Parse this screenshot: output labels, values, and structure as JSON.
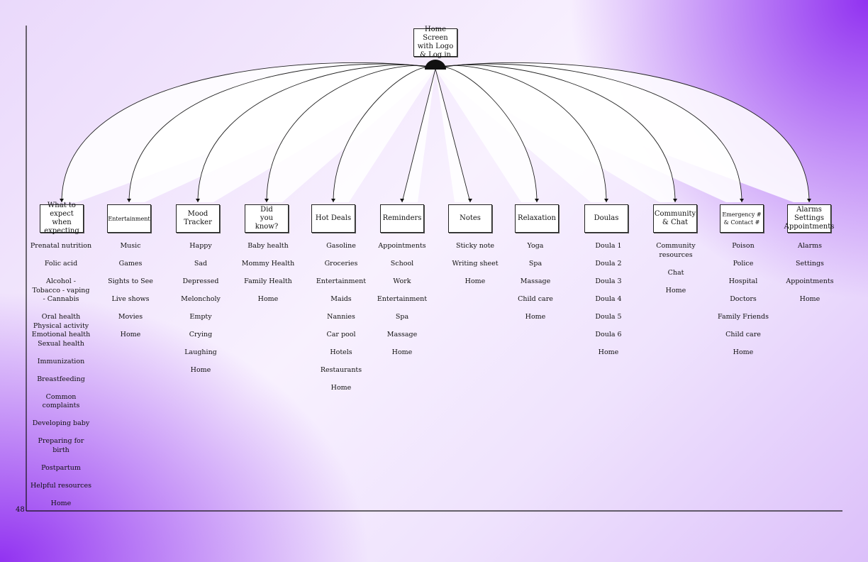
{
  "page_number": "48",
  "root": {
    "label": "Home Screen\nwith Logo\n& Log in"
  },
  "categories": [
    {
      "label": "What to\nexpect when\nexpecting",
      "items": [
        "Prenatal nutrition",
        "Folic acid",
        "Alcohol -\nTobacco - vaping\n- Cannabis",
        "Oral health\nPhysical activity\nEmotional health\nSexual health",
        "Immunization",
        "Breastfeeding",
        "Common\ncomplaints",
        "Developing baby",
        "Preparing for\nbirth",
        "Postpartum",
        "Helpful resources",
        "Home"
      ]
    },
    {
      "label": "Entertainment",
      "items": [
        "Music",
        "Games",
        "Sights to See",
        "Live shows",
        "Movies",
        "Home"
      ]
    },
    {
      "label": "Mood\nTracker",
      "items": [
        "Happy",
        "Sad",
        "Depressed",
        "Meloncholy",
        "Empty",
        "Crying",
        "Laughing",
        "Home"
      ]
    },
    {
      "label": "Did\nyou\nknow?",
      "items": [
        "Baby health",
        "Mommy Health",
        "Family Health",
        "Home"
      ]
    },
    {
      "label": "Hot Deals",
      "items": [
        "Gasoline",
        "Groceries",
        "Entertainment",
        "Maids",
        "Nannies",
        "Car pool",
        "Hotels",
        "Restaurants",
        "Home"
      ]
    },
    {
      "label": "Reminders",
      "items": [
        "Appointments",
        "School",
        "Work",
        "Entertainment",
        "Spa",
        "Massage",
        "Home"
      ]
    },
    {
      "label": "Notes",
      "items": [
        "Sticky note",
        "Writing sheet",
        "Home"
      ]
    },
    {
      "label": "Relaxation",
      "items": [
        "Yoga",
        "Spa",
        "Massage",
        "Child care",
        "Home"
      ]
    },
    {
      "label": "Doulas",
      "items": [
        "Doula 1",
        "Doula 2",
        "Doula 3",
        "Doula 4",
        "Doula 5",
        "Doula 6",
        "Home"
      ]
    },
    {
      "label": "Community\n& Chat",
      "items": [
        "Community\nresources",
        "Chat",
        "Home"
      ]
    },
    {
      "label": "Emergency #\n& Contact #",
      "items": [
        "Poison",
        "Police",
        "Hospital",
        "Doctors",
        "Family Friends",
        "Child care",
        "Home"
      ]
    },
    {
      "label": "Alarms\nSettings\nAppointments",
      "items": [
        "Alarms",
        "Settings",
        "Appointments",
        "Home"
      ]
    }
  ]
}
